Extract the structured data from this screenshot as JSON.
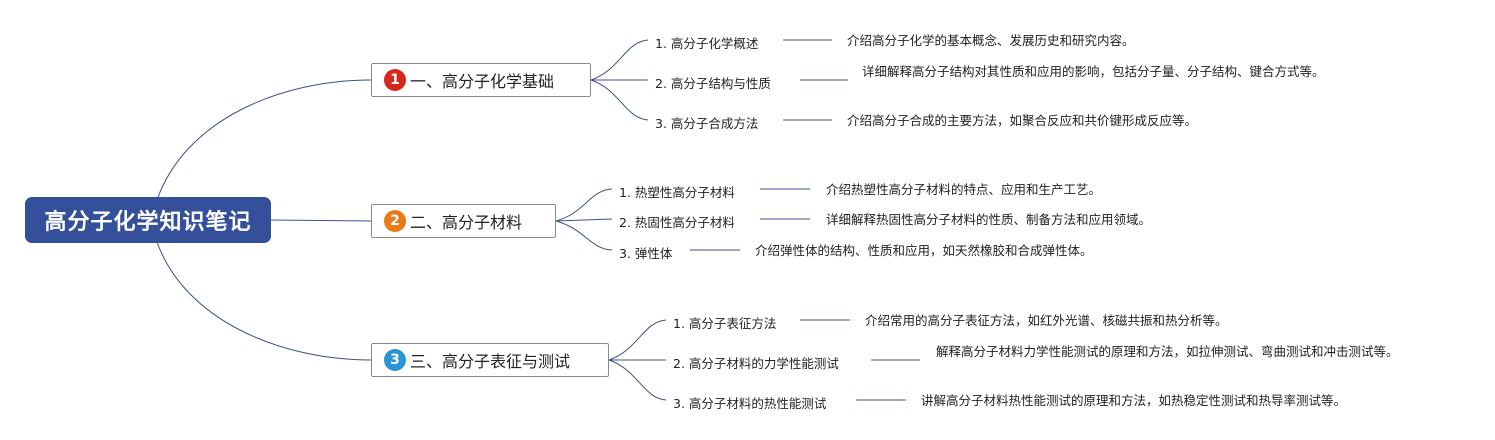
{
  "root": {
    "title": "高分子化学知识笔记"
  },
  "colors": {
    "root_fill": "#35509a",
    "connector": "#3e4f8f",
    "badges": [
      "#d9261c",
      "#ea7a16",
      "#2a94d6"
    ]
  },
  "branches": [
    {
      "badge": "1",
      "label": "一、高分子化学基础",
      "items": [
        {
          "label": "1. 高分子化学概述",
          "desc": "介绍高分子化学的基本概念、发展历史和研究内容。"
        },
        {
          "label": "2. 高分子结构与性质",
          "desc": "详细解释高分子结构对其性质和应用的影响，包括分子量、分子结构、键合方式等。"
        },
        {
          "label": "3. 高分子合成方法",
          "desc": "介绍高分子合成的主要方法，如聚合反应和共价键形成反应等。"
        }
      ]
    },
    {
      "badge": "2",
      "label": "二、高分子材料",
      "items": [
        {
          "label": "1. 热塑性高分子材料",
          "desc": "介绍热塑性高分子材料的特点、应用和生产工艺。"
        },
        {
          "label": "2. 热固性高分子材料",
          "desc": "详细解释热固性高分子材料的性质、制备方法和应用领域。"
        },
        {
          "label": "3. 弹性体",
          "desc": "介绍弹性体的结构、性质和应用，如天然橡胶和合成弹性体。"
        }
      ]
    },
    {
      "badge": "3",
      "label": "三、高分子表征与测试",
      "items": [
        {
          "label": "1. 高分子表征方法",
          "desc": "介绍常用的高分子表征方法，如红外光谱、核磁共振和热分析等。"
        },
        {
          "label": "2. 高分子材料的力学性能测试",
          "desc": "解释高分子材料力学性能测试的原理和方法，如拉伸测试、弯曲测试和冲击测试等。"
        },
        {
          "label": "3. 高分子材料的热性能测试",
          "desc": "讲解高分子材料热性能测试的原理和方法，如热稳定性测试和热导率测试等。"
        }
      ]
    }
  ]
}
